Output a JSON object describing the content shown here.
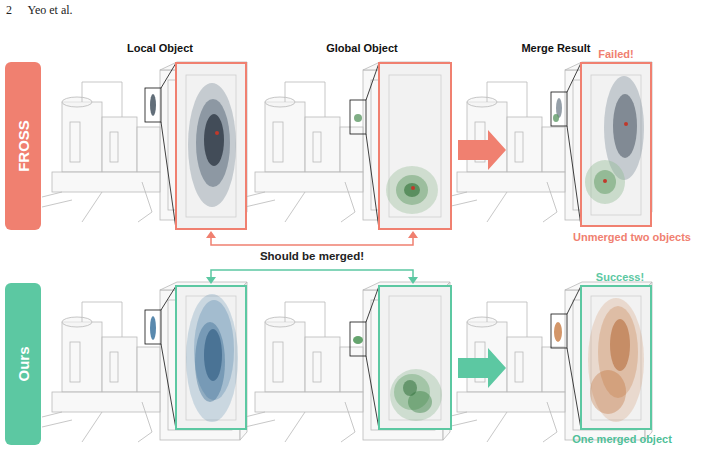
{
  "diagram": {
    "nodes": [
      {
        "text": [
          "FROSS"
        ]
      },
      {
        "text": [
          "Ours"
        ]
      }
    ],
    "labels": [
      "2",
      "Yeo et al.",
      "Local Object",
      "Global Object",
      "Merge Result",
      "Failed!",
      "Unmerged two objects",
      "Should be merged!",
      "Success!",
      "One merged object"
    ]
  }
}
